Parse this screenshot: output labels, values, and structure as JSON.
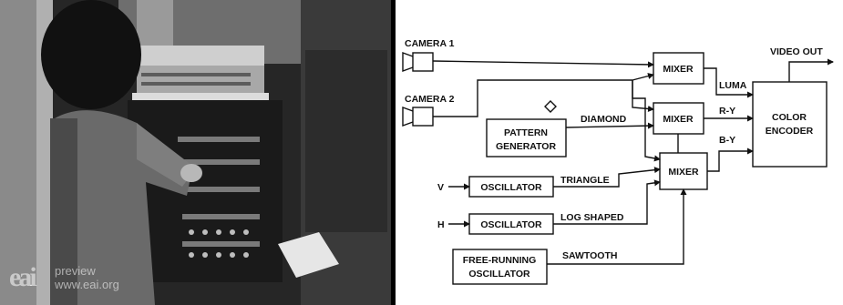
{
  "photo": {
    "watermark_logo": "eai",
    "watermark_line1": "preview",
    "watermark_line2": "www.eai.org"
  },
  "diagram": {
    "camera1": "CAMERA 1",
    "camera2": "CAMERA 2",
    "pattern_line1": "PATTERN",
    "pattern_line2": "GENERATOR",
    "diamond": "DIAMOND",
    "v_input": "V",
    "h_input": "H",
    "oscillator": "OSCILLATOR",
    "free_line1": "FREE-RUNNING",
    "free_line2": "OSCILLATOR",
    "triangle": "TRIANGLE",
    "log_shaped": "LOG SHAPED",
    "sawtooth": "SAWTOOTH",
    "mixer": "MIXER",
    "luma": "LUMA",
    "r_y": "R-Y",
    "b_y": "B-Y",
    "encoder_line1": "COLOR",
    "encoder_line2": "ENCODER",
    "video_out": "VIDEO OUT"
  }
}
